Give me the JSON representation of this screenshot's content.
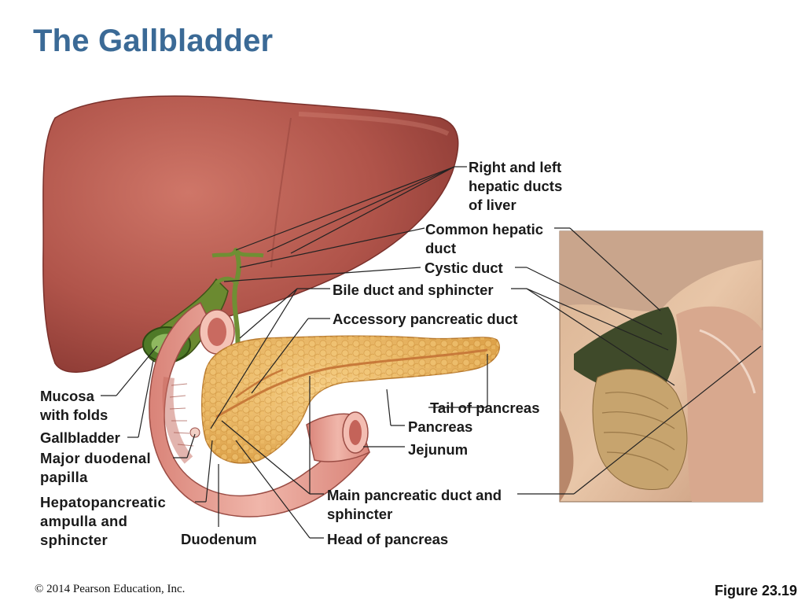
{
  "title": "The Gallbladder",
  "labels": {
    "right_left_hepatic": [
      "Right and left",
      "hepatic ducts",
      "of liver"
    ],
    "common_hepatic": [
      "Common hepatic",
      "duct"
    ],
    "cystic_duct": "Cystic duct",
    "bile_duct": "Bile duct and sphincter",
    "accessory_pancreatic": "Accessory pancreatic duct",
    "mucosa": [
      "Mucosa",
      "with folds"
    ],
    "gallbladder": "Gallbladder",
    "major_papilla": [
      "Major duodenal",
      "papilla"
    ],
    "ampulla": [
      "Hepatopancreatic",
      "ampulla and",
      "sphincter"
    ],
    "duodenum": "Duodenum",
    "tail_pancreas": "Tail of pancreas",
    "pancreas": "Pancreas",
    "jejunum": "Jejunum",
    "main_pancreatic": [
      "Main pancreatic duct and",
      "sphincter"
    ],
    "head_pancreas": "Head of pancreas"
  },
  "footer": {
    "copyright": "© 2014 Pearson Education, Inc.",
    "figure": "Figure 23.19"
  },
  "colors": {
    "title": "#3b6a96",
    "liver": "#b4584e",
    "gallbladder": "#5a7a2a",
    "pancreas": "#e8b45a",
    "duodenum": "#e7a49a"
  }
}
